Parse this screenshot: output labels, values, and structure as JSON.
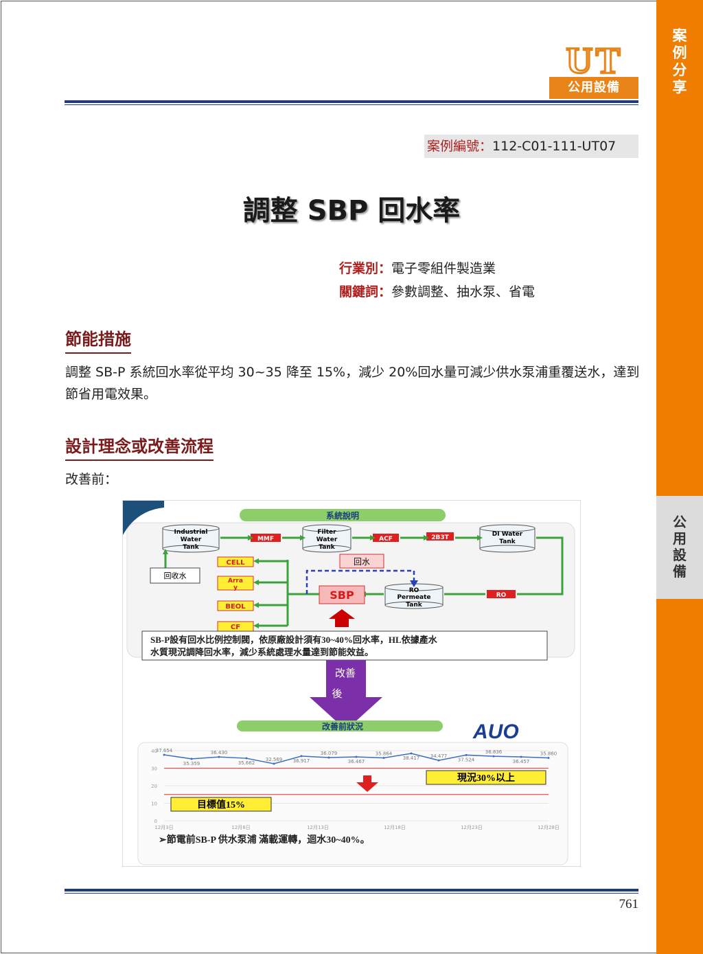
{
  "side_tab": {
    "top": [
      "案",
      "例",
      "分",
      "享"
    ],
    "middle": [
      "公",
      "用",
      "設",
      "備"
    ]
  },
  "header": {
    "logo_text": "UT",
    "logo_label": "公用設備"
  },
  "case": {
    "label": "案例編號：",
    "value": "112-C01-111-UT07"
  },
  "title": "調整 SBP 回水率",
  "meta": {
    "industry_label": "行業別：",
    "industry_value": "電子零組件製造業",
    "keywords_label": "關鍵詞：",
    "keywords_value": "參數調整、抽水泵、省電"
  },
  "sections": {
    "measures_heading": "節能措施",
    "measures_text": "調整 SB-P  系統回水率從平均 30~35 降至 15%，減少 20%回水量可減少供水泵浦重覆送水，達到節省用電效果。",
    "design_heading": "設計理念或改善流程",
    "before_label": "改善前："
  },
  "figure": {
    "banner1": "系統說明",
    "tank_industrial": [
      "Industrial",
      "Water",
      "Tank"
    ],
    "tank_filter": [
      "Filter",
      "Water",
      "Tank"
    ],
    "tank_di": [
      "DI Water",
      "Tank"
    ],
    "tank_ro": [
      "RO",
      "Permeate",
      "Tank"
    ],
    "mmf": "MMF",
    "acf": "ACF",
    "2b3t": "2B3T",
    "ro": "RO",
    "recycle": "回收水",
    "return": "回水",
    "sbp": "SBP",
    "cell": "CELL",
    "array": [
      "Arra",
      "y"
    ],
    "beol": "BEOL",
    "cf": "CF",
    "note": [
      "SB-P設有回水比例控制閥，依原廠設計須有30~40%回水率，HL依據產水",
      "水質現況調降回水率，減少系統處理水量達到節能效益。"
    ],
    "arrow_text": [
      "改善",
      "後"
    ],
    "banner2": "改善前狀況",
    "brand": "AUO",
    "current_label": "現況30%以上",
    "target_label": "目標值15%",
    "footer_note": "➢節電前SB-P 供水泵浦 滿載運轉，迴水30~40%。"
  },
  "chart_data": {
    "type": "line",
    "ylim": [
      0,
      40
    ],
    "yticks": [
      "40",
      "30",
      "20",
      "10",
      "0"
    ],
    "series": [
      {
        "values": [
          37.65,
          35.359,
          36.43,
          35.662,
          32.569,
          36.917,
          36.079,
          36.467,
          35.864,
          38.417,
          34.477,
          37.524,
          36.836,
          36.457,
          35.86
        ]
      }
    ],
    "point_labels": [
      "37.654",
      "35.359",
      "36.430",
      "35.662",
      "32.569",
      "36.917",
      "36.079",
      "36.467",
      "35.864",
      "38.417",
      "34.477",
      "37.524",
      "36.836",
      "36.457",
      "35.860"
    ],
    "xticks": [
      "12月3日",
      "12月8日",
      "12月13日",
      "12月18日",
      "12月23日",
      "12月28日"
    ],
    "reference_lines": [
      30,
      15
    ],
    "colors": {
      "series": "#3a6fc4",
      "reference": "#e05050"
    }
  },
  "page_number": "761"
}
